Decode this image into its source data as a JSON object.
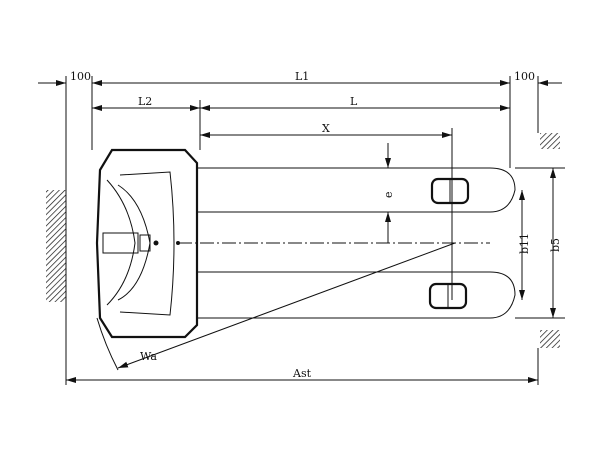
{
  "labels": {
    "left_clearance": "100",
    "overall_length": "L1",
    "right_clearance": "100",
    "head_length": "L2",
    "fork_length": "L",
    "load_center": "X",
    "eccentricity": "e",
    "fork_inner_width": "b11",
    "fork_outer_width": "b5",
    "turning_radius": "Wa",
    "aisle_width": "Ast"
  }
}
